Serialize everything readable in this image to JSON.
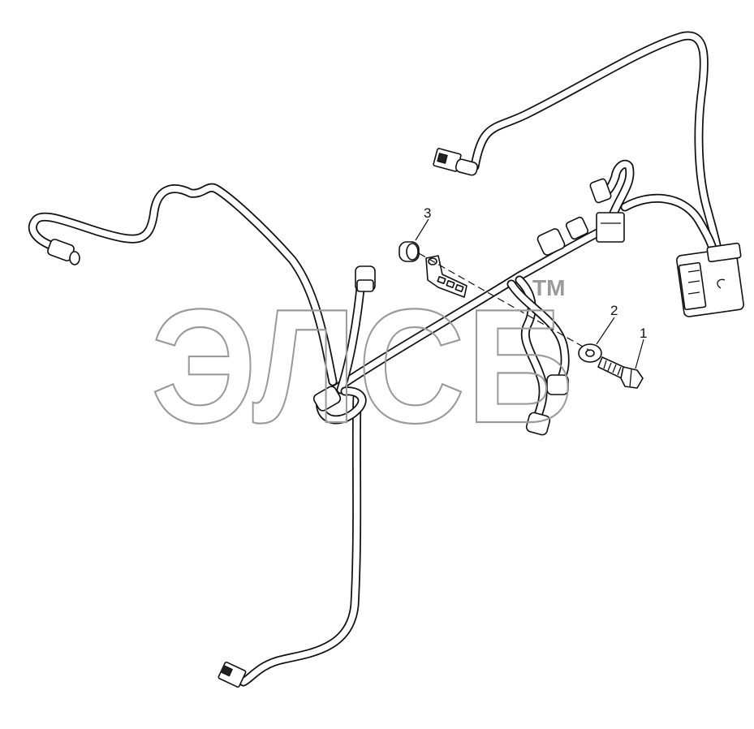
{
  "watermark": {
    "text": "ЭЛСБ",
    "trademark": "TM"
  },
  "callouts": [
    {
      "id": "1",
      "label": "1"
    },
    {
      "id": "2",
      "label": "2"
    },
    {
      "id": "3",
      "label": "3"
    }
  ],
  "icons": [
    "harness-connector-icon",
    "bolt-icon",
    "washer-icon",
    "spacer-icon",
    "bracket-icon"
  ],
  "colors": {
    "line": "#111111",
    "watermark": "#9a9a9a",
    "background": "#ffffff"
  }
}
